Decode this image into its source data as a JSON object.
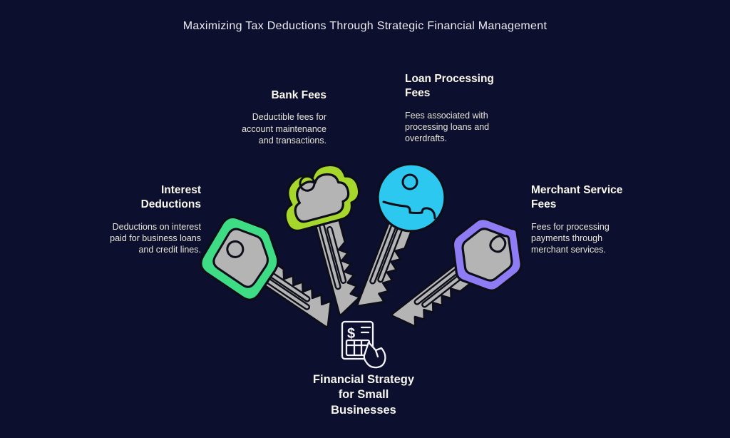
{
  "title": "Maximizing Tax Deductions Through Strategic Financial Management",
  "sections": {
    "bank": {
      "heading": "Bank Fees",
      "body": "Deductible fees for\naccount maintenance\nand transactions."
    },
    "loan": {
      "heading": "Loan Processing\nFees",
      "body": "Fees associated with\nprocessing loans and\noverdrafts."
    },
    "interest": {
      "heading": "Interest\nDeductions",
      "body": "Deductions on interest\npaid for business loans\nand credit lines."
    },
    "merchant": {
      "heading": "Merchant Service\nFees",
      "body": "Fees for processing\npayments through\nmerchant services."
    }
  },
  "center": {
    "label": "Financial Strategy\nfor Small\nBusinesses",
    "icon": "document-with-hand-icon"
  },
  "keys": [
    {
      "name": "interest-key",
      "head_shape": "rounded-square",
      "color": "#3edc85"
    },
    {
      "name": "bank-key",
      "head_shape": "cloud",
      "color": "#a6d82b"
    },
    {
      "name": "loan-key",
      "head_shape": "circle",
      "color": "#2cc8ef"
    },
    {
      "name": "merchant-key",
      "head_shape": "hexagon",
      "color": "#8d7cf3"
    }
  ],
  "colors": {
    "background": "#0c0f2d",
    "key_metal": "#b5b4b5",
    "key_outline": "#0e0e1a",
    "icon_stroke": "#f2f2f8"
  }
}
